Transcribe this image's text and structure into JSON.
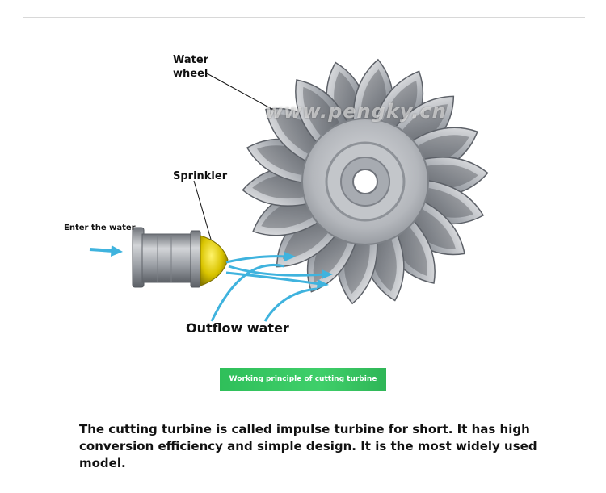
{
  "labels": {
    "water_wheel_line1": "Water",
    "water_wheel_line2": "wheel",
    "sprinkler": "Sprinkler",
    "enter_water": "Enter the water",
    "outflow_water": "Outflow water"
  },
  "watermark": "www.pengky.cn",
  "caption": "Working principle of cutting turbine",
  "description": "The cutting turbine is called impulse turbine for short. It has high conversion efficiency and simple design. It is the most widely used model.",
  "colors": {
    "water_arrow": "#3fb3de",
    "caption_bg": "#35c45f",
    "nozzle": "#d9c400",
    "metal": "#b5b8bd"
  },
  "wheel": {
    "bucket_count": 18
  }
}
